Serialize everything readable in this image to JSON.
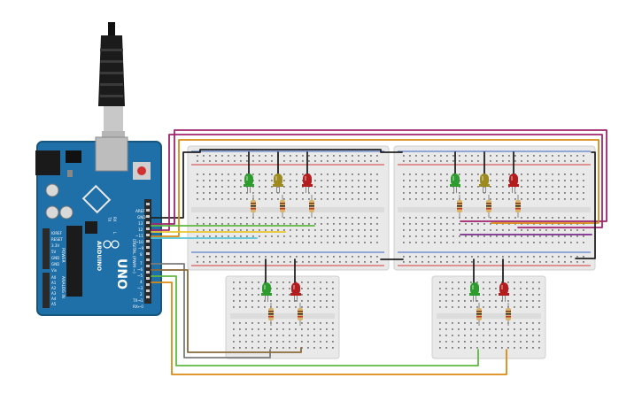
{
  "arduino": {
    "model_text": "UNO",
    "brand_text": "ARDUINO",
    "aref_label": "AREF",
    "gnd_label": "GND",
    "digital_pins": [
      "13",
      "12",
      "~11",
      "~10",
      "~9",
      "8",
      "7",
      "~6",
      "~5",
      "4",
      "~3",
      "2",
      "TX→1",
      "RX←0"
    ],
    "power_labels": [
      "IOREF",
      "RESET",
      "3.3V",
      "5V",
      "GND",
      "GND",
      "Vin"
    ],
    "analog_labels": [
      "A0",
      "A1",
      "A2",
      "A3",
      "A4",
      "A5"
    ],
    "power_header": "POWER",
    "analog_header": "ANALOG IN",
    "digital_header": "DIGITAL (PWM ~)",
    "tx_label": "TX",
    "rx_label": "RX",
    "l_label": "L"
  },
  "leds": {
    "big_left": [
      "green",
      "yellow",
      "red"
    ],
    "big_right": [
      "green",
      "yellow",
      "red"
    ],
    "small_left": [
      "green",
      "red"
    ],
    "small_right": [
      "green",
      "red"
    ]
  },
  "colors": {
    "board_blue": "#1f6fa8",
    "board_edge": "#16567f",
    "breadboard": "#e9e9e9",
    "breadboard_edge": "#cfcfcf",
    "rail_red": "#d43a3a",
    "rail_blue": "#3a62c4",
    "led_green": "#2e9b2e",
    "led_yellow": "#9c8a1e",
    "led_red": "#b31d1d",
    "wire_black": "#222222",
    "wire_magenta": "#a0246f",
    "wire_orange": "#d98a12",
    "wire_green": "#5fb840",
    "wire_yellow": "#e8c62e",
    "wire_cyan": "#54c6d8",
    "wire_gray": "#7b7b7b",
    "wire_purple": "#7a2a8a"
  }
}
